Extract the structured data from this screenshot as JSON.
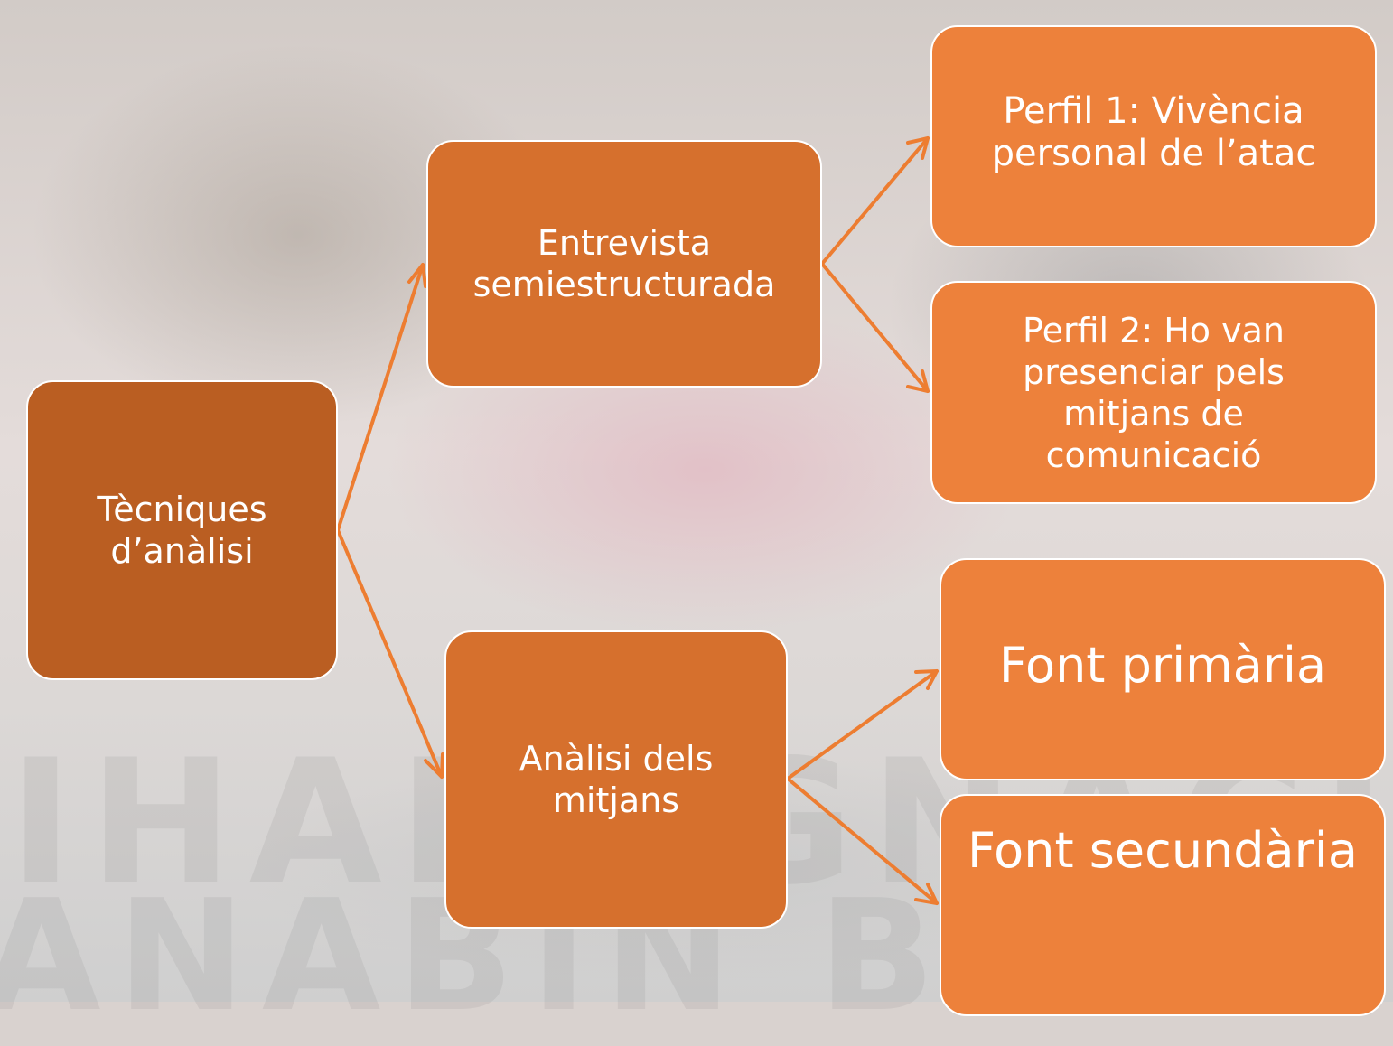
{
  "diagram": {
    "root": "Tècniques\nd’anàlisi",
    "branches": [
      {
        "label": "Entrevista\nsemiestructurada",
        "children": [
          "Perfil 1: Vivència\npersonal de l’atac",
          "Perfil 2: Ho van\npresenciar pels\nmitjans de\ncomunicació"
        ]
      },
      {
        "label": "Anàlisi dels\nmitjans",
        "children": [
          "Font primària",
          "Font secundària"
        ]
      }
    ]
  },
  "colors": {
    "root": "#ba5e22",
    "branch": "#d6702d",
    "leaf": "#ed813b",
    "connector": "#ed7d31",
    "text": "#ffffff"
  }
}
